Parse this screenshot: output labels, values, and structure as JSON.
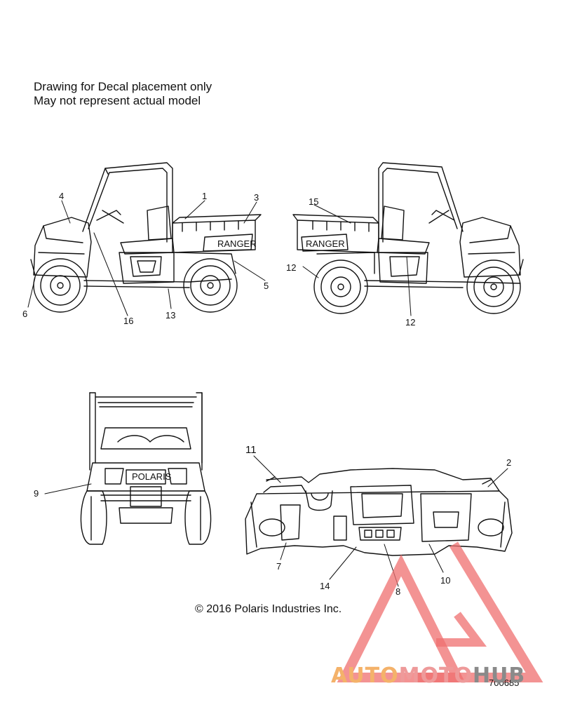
{
  "notes": {
    "line1": "Drawing for Decal placement only",
    "line2": "May not represent actual model"
  },
  "callouts": {
    "c1": "1",
    "c2": "2",
    "c3": "3",
    "c4": "4",
    "c5": "5",
    "c6": "6",
    "c7": "7",
    "c8": "8",
    "c9": "9",
    "c10": "10",
    "c11": "11",
    "c12a": "12",
    "c12b": "12",
    "c13": "13",
    "c14": "14",
    "c15": "15",
    "c16": "16"
  },
  "decal_text": {
    "ranger_left": "RANGER",
    "ranger_right": "RANGER",
    "polaris_front": "POLARIS"
  },
  "copyright": "© 2016 Polaris Industries Inc.",
  "part_number": "700685",
  "watermark": {
    "part_a": "AUTO",
    "part_b": "MOTO",
    "part_c": "HUB",
    "colors": {
      "auto": "#f4b26a",
      "moto": "#ee9a9a",
      "hub": "#8a8a8a",
      "triangle": "#ef6f6f"
    }
  }
}
